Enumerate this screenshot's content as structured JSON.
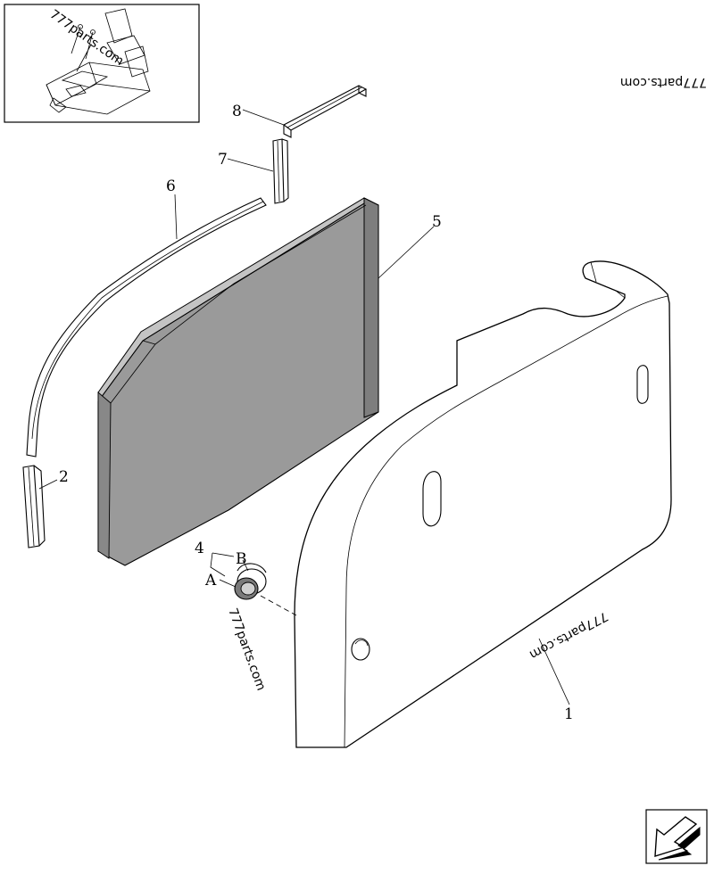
{
  "callouts": {
    "c1": "1",
    "c2": "2",
    "c4": "4",
    "c5": "5",
    "c6": "6",
    "c7": "7",
    "c8": "8",
    "cA": "A",
    "cB": "B"
  },
  "watermarks": {
    "top_right": "777parts.com",
    "panel": "777parts.com",
    "center": "777parts.com",
    "inset": "777parts.com"
  },
  "icons": {
    "nav": "next-page-arrow-icon"
  },
  "colors": {
    "pad_fill": "#9a9a9a",
    "pad_side": "#7e7e7e",
    "line": "#000000",
    "background": "#ffffff"
  }
}
